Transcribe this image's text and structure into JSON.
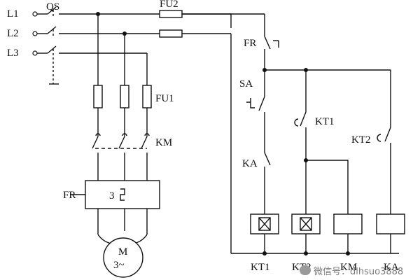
{
  "diagram": {
    "supply_lines": [
      "L1",
      "L2",
      "L3"
    ],
    "main_switch": "QS",
    "control_fuse": "FU2",
    "main_fuses": "FU1",
    "main_contactor": "KM",
    "overload_relay": "FR",
    "overload_box_label": "3",
    "motor": {
      "label": "M",
      "phase": "3~"
    },
    "control_elements": {
      "fr_contact": "FR",
      "switch": "SA",
      "timer1_contact": "KT1",
      "timer2_contact": "KT2",
      "relay_contact": "KA"
    },
    "coil_labels": [
      "KT1",
      "KT2",
      "KM",
      "KA"
    ]
  },
  "watermark": {
    "text": "微信号：dlhsuo3888",
    "icon": "wechat-icon"
  }
}
